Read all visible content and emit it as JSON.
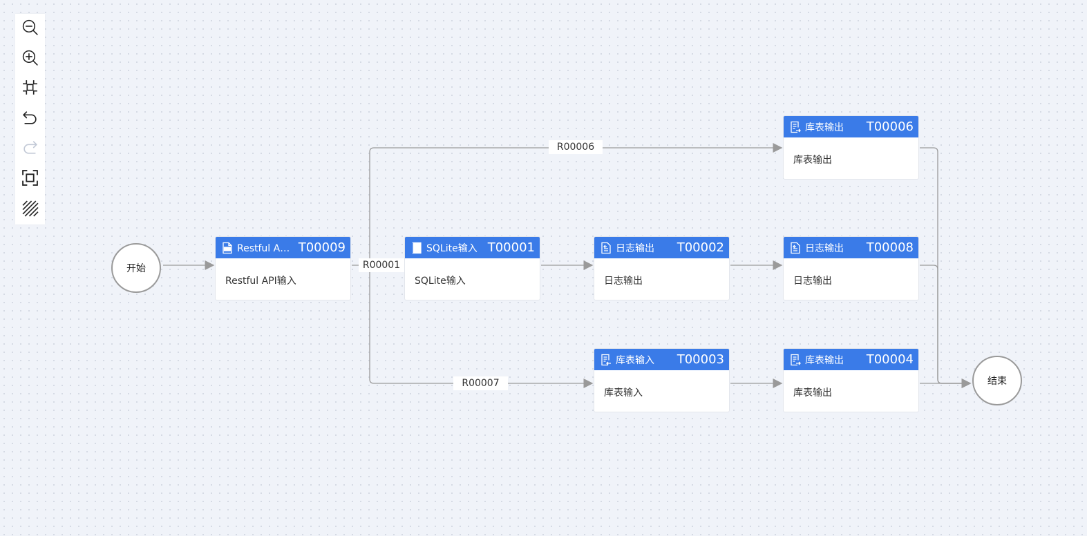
{
  "toolbar": {
    "tools": [
      {
        "name": "zoom-out-icon"
      },
      {
        "name": "zoom-in-icon"
      },
      {
        "name": "fit-view-icon"
      },
      {
        "name": "undo-icon"
      },
      {
        "name": "redo-icon"
      },
      {
        "name": "actual-size-icon"
      },
      {
        "name": "grid-toggle-icon"
      }
    ]
  },
  "start_node": {
    "label": "开始"
  },
  "end_node": {
    "label": "结束"
  },
  "nodes": [
    {
      "id": "T00009",
      "title": "Restful API输入",
      "body": "Restful API输入",
      "icon": "api-doc-icon"
    },
    {
      "id": "T00001",
      "title": "SQLite输入",
      "body": "SQLite输入",
      "icon": "database-doc-icon"
    },
    {
      "id": "T00002",
      "title": "日志输出",
      "body": "日志输出",
      "icon": "log-output-icon"
    },
    {
      "id": "T00008",
      "title": "日志输出",
      "body": "日志输出",
      "icon": "log-output-icon"
    },
    {
      "id": "T00006",
      "title": "库表输出",
      "body": "库表输出",
      "icon": "table-output-icon"
    },
    {
      "id": "T00003",
      "title": "库表输入",
      "body": "库表输入",
      "icon": "table-input-icon"
    },
    {
      "id": "T00004",
      "title": "库表输出",
      "body": "库表输出",
      "icon": "table-output-icon"
    }
  ],
  "edge_labels": [
    "R00001",
    "R00006",
    "R00007"
  ],
  "colors": {
    "node_header": "#3a7be8",
    "edge": "#9a9a9a",
    "canvas": "#f0f3f9",
    "disabled_icon": "#c2c9d6"
  }
}
